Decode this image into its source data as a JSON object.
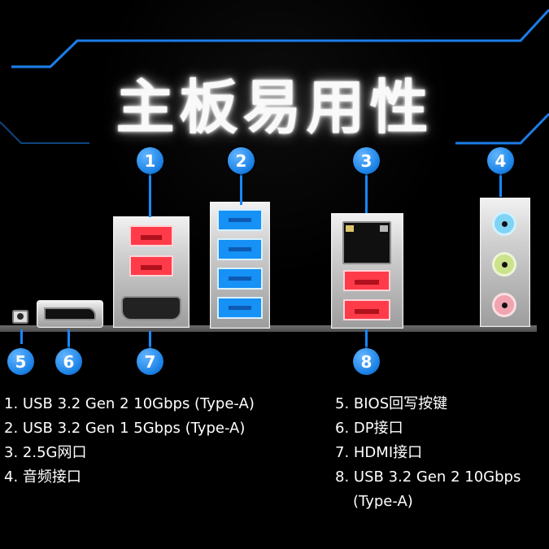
{
  "title": "主板易用性",
  "markers": [
    "1",
    "2",
    "3",
    "4",
    "5",
    "6",
    "7",
    "8"
  ],
  "left_items": [
    "1. USB 3.2 Gen 2  10Gbps (Type-A)",
    "2. USB 3.2 Gen 1 5Gbps (Type-A)",
    "3. 2.5G网口",
    "4. 音频接口"
  ],
  "right_items": [
    "5. BIOS回写按键",
    "6. DP接口",
    "7. HDMI接口",
    "8. USB 3.2 Gen 2 10Gbps",
    "(Type-A)"
  ],
  "colors": {
    "accent": "#1787ff",
    "marker": "#1d84e7",
    "usb_red": "#ff3b4a",
    "usb_blue": "#1691f5",
    "audio_blue": "#7fd4f5",
    "audio_green": "#cbe38b",
    "audio_pink": "#f0a4b0"
  },
  "icon_names": [
    "usb-type-a-port-icon",
    "rj45-port-icon",
    "displayport-icon",
    "hdmi-port-icon",
    "audio-jack-icon",
    "bios-button-icon"
  ]
}
